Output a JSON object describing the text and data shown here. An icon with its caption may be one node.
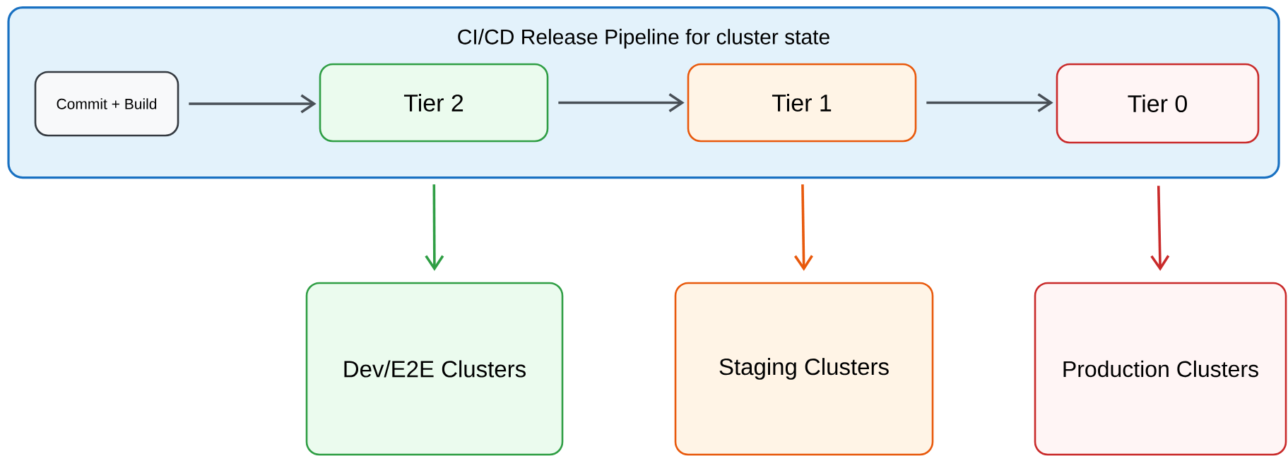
{
  "diagram": {
    "nodes": [
      {
        "text": [
          "CI/CD Release Pipeline for cluster state"
        ]
      },
      {
        "text": [
          "Commit + Build"
        ],
        "in": 0
      },
      {
        "text": [
          "Tier 2"
        ],
        "in": 0
      },
      {
        "text": [
          "Tier 1"
        ],
        "in": 0
      },
      {
        "text": [
          "Tier 0"
        ],
        "in": 0
      },
      {
        "text": [
          "Dev/E2E Clusters"
        ]
      },
      {
        "text": [
          "Staging Clusters"
        ]
      },
      {
        "text": [
          "Production Clusters"
        ]
      }
    ],
    "edges": [
      {
        "from": 1,
        "to": 2,
        "arrow": "to",
        "color": "#495057"
      },
      {
        "from": 2,
        "to": 3,
        "arrow": "to",
        "color": "#495057"
      },
      {
        "from": 3,
        "to": 4,
        "arrow": "to",
        "color": "#495057"
      },
      {
        "from": 2,
        "to": 5,
        "arrow": "to",
        "color": "#2f9e44"
      },
      {
        "from": 3,
        "to": 6,
        "arrow": "to",
        "color": "#e8590c"
      },
      {
        "from": 4,
        "to": 7,
        "arrow": "to",
        "color": "#c92a2a"
      }
    ]
  }
}
